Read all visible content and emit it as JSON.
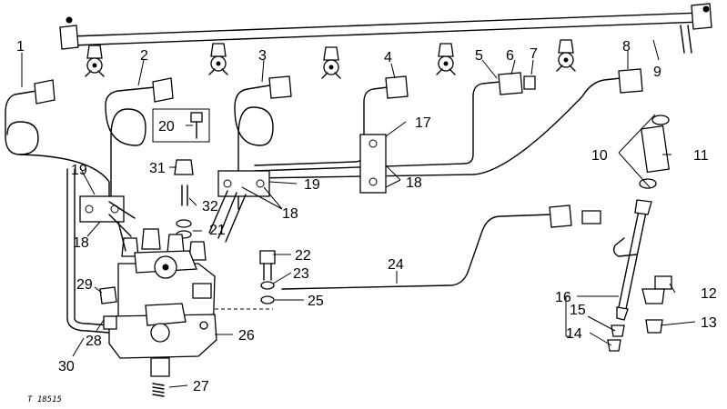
{
  "figure_id": "T 18515",
  "callouts": [
    {
      "id": "c1",
      "label": "1"
    },
    {
      "id": "c2",
      "label": "2"
    },
    {
      "id": "c3",
      "label": "3"
    },
    {
      "id": "c4",
      "label": "4"
    },
    {
      "id": "c5",
      "label": "5"
    },
    {
      "id": "c6",
      "label": "6"
    },
    {
      "id": "c7",
      "label": "7"
    },
    {
      "id": "c8",
      "label": "8"
    },
    {
      "id": "c9",
      "label": "9"
    },
    {
      "id": "c10",
      "label": "10"
    },
    {
      "id": "c11",
      "label": "11"
    },
    {
      "id": "c12",
      "label": "12"
    },
    {
      "id": "c13",
      "label": "13"
    },
    {
      "id": "c14",
      "label": "14"
    },
    {
      "id": "c15",
      "label": "15"
    },
    {
      "id": "c16",
      "label": "16"
    },
    {
      "id": "c17",
      "label": "17"
    },
    {
      "id": "c18a",
      "label": "18"
    },
    {
      "id": "c18b",
      "label": "18"
    },
    {
      "id": "c18c",
      "label": "18"
    },
    {
      "id": "c19a",
      "label": "19"
    },
    {
      "id": "c19b",
      "label": "19"
    },
    {
      "id": "c20",
      "label": "20"
    },
    {
      "id": "c21",
      "label": "21"
    },
    {
      "id": "c22",
      "label": "22"
    },
    {
      "id": "c23",
      "label": "23"
    },
    {
      "id": "c24",
      "label": "24"
    },
    {
      "id": "c25",
      "label": "25"
    },
    {
      "id": "c26",
      "label": "26"
    },
    {
      "id": "c27",
      "label": "27"
    },
    {
      "id": "c28",
      "label": "28"
    },
    {
      "id": "c29",
      "label": "29"
    },
    {
      "id": "c30",
      "label": "30"
    },
    {
      "id": "c31",
      "label": "31"
    },
    {
      "id": "c32",
      "label": "32"
    }
  ]
}
